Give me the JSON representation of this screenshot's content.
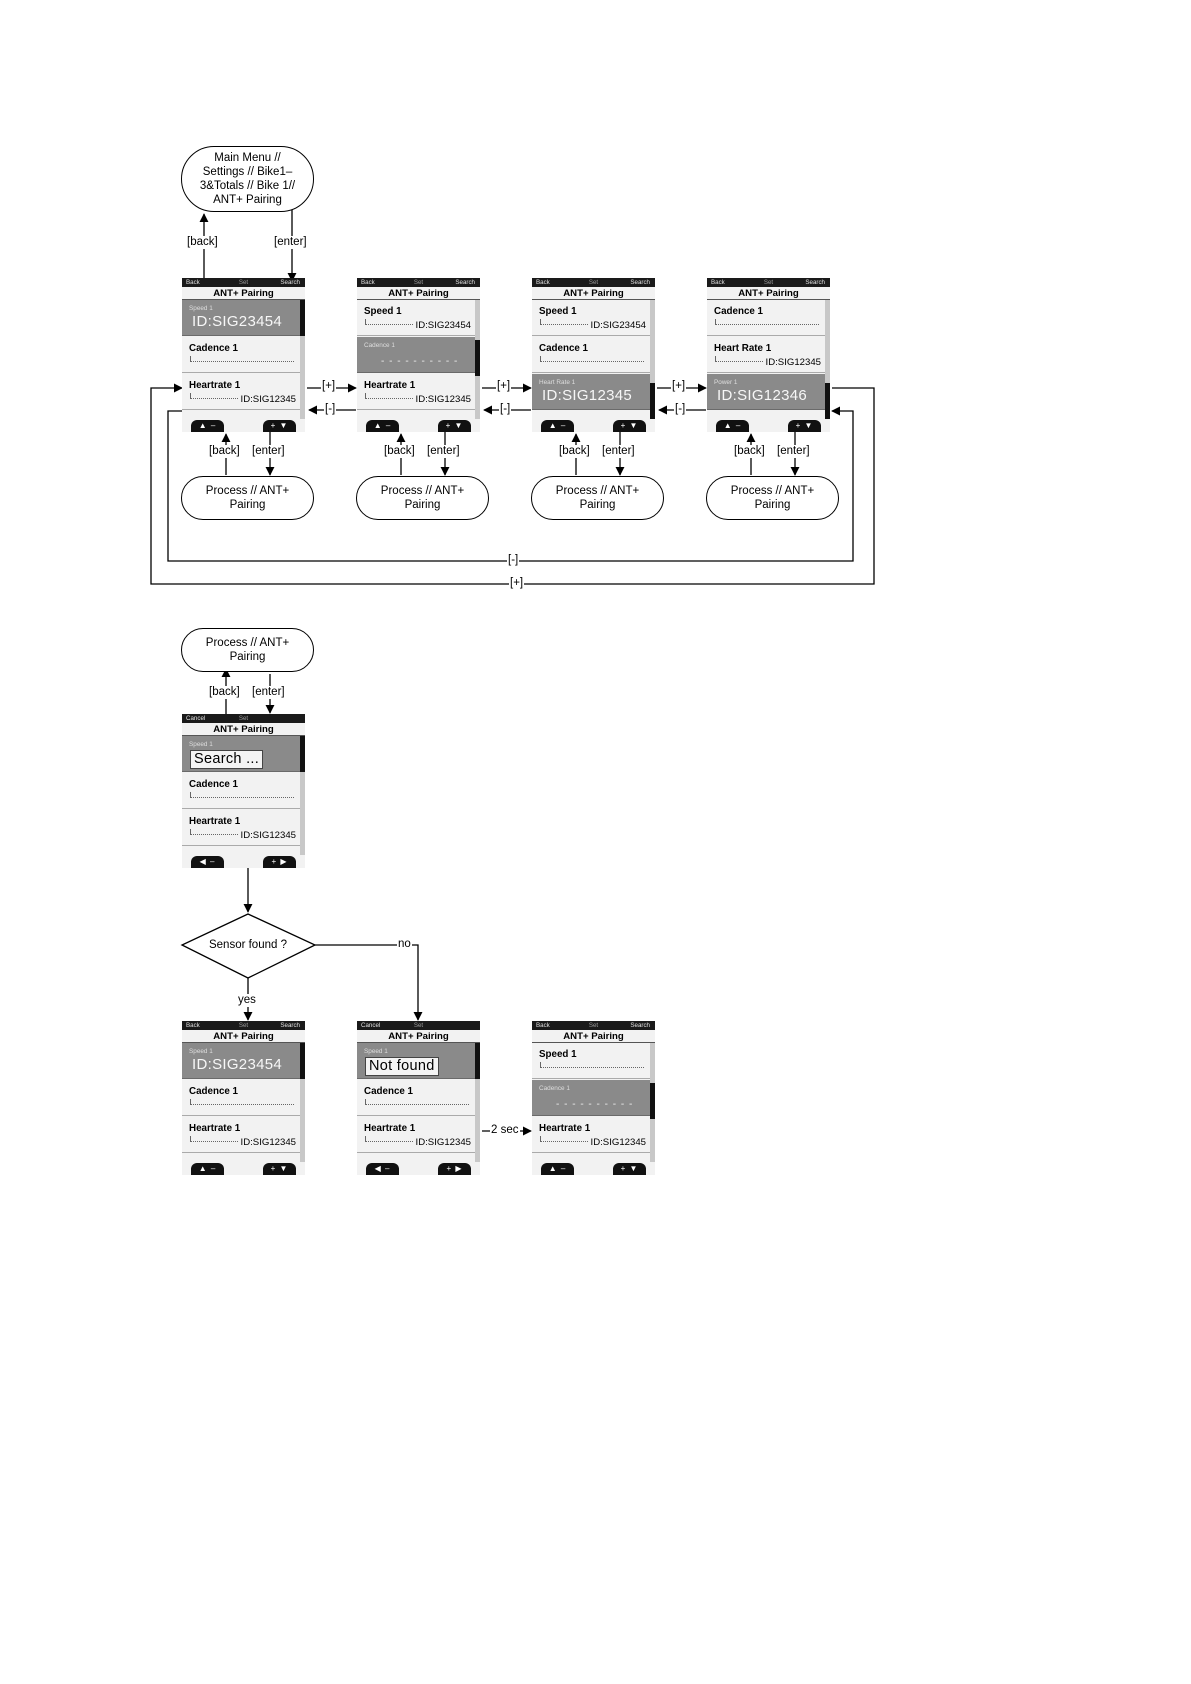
{
  "nodes": {
    "main_menu": "Main Menu //\nSettings // Bike1–\n3&Totals // Bike 1//\nANT+ Pairing",
    "process": "Process // ANT+\nPairing",
    "decision": "Sensor found ?"
  },
  "edge_labels": {
    "back": "[back]",
    "enter": "[enter]",
    "plus": "[+]",
    "minus": "[-]",
    "yes": "yes",
    "no": "no",
    "two_sec": "2 sec"
  },
  "screens": [
    {
      "top_left": "Back",
      "top_mid": "Set",
      "top_right": "Search",
      "title": "ANT+ Pairing",
      "rows": [
        {
          "name": "Speed 1",
          "selected": true,
          "big": "ID:SIG23454"
        },
        {
          "name": "Cadence 1",
          "dashed": true
        },
        {
          "name": "Heartrate 1",
          "dashed": true,
          "id": "ID:SIG12345"
        }
      ],
      "thumb": 0,
      "btn_left": "▲ –",
      "btn_right": "+ ▼"
    },
    {
      "top_left": "Back",
      "top_mid": "Set",
      "top_right": "Search",
      "title": "ANT+ Pairing",
      "rows": [
        {
          "name": "Speed 1",
          "dashed": true,
          "id": "ID:SIG23454"
        },
        {
          "name": "Cadence 1",
          "selected": true,
          "blank": "- - - - - - - - - -"
        },
        {
          "name": "Heartrate 1",
          "dashed": true,
          "id": "ID:SIG12345"
        }
      ],
      "thumb": 1,
      "btn_left": "▲ –",
      "btn_right": "+ ▼"
    },
    {
      "top_left": "Back",
      "top_mid": "Set",
      "top_right": "Search",
      "title": "ANT+ Pairing",
      "rows": [
        {
          "name": "Speed 1",
          "dashed": true,
          "id": "ID:SIG23454"
        },
        {
          "name": "Cadence 1",
          "dashed": true
        },
        {
          "name": "Heart Rate 1",
          "selected": true,
          "big": "ID:SIG12345"
        }
      ],
      "thumb": 2,
      "btn_left": "▲ –",
      "btn_right": "+ ▼"
    },
    {
      "top_left": "Back",
      "top_mid": "Set",
      "top_right": "Search",
      "title": "ANT+ Pairing",
      "rows": [
        {
          "name": "Cadence 1",
          "dashed": true
        },
        {
          "name": "Heart Rate 1",
          "dashed": true,
          "id": "ID:SIG12345"
        },
        {
          "name": "Power 1",
          "selected": true,
          "big": "ID:SIG12346"
        }
      ],
      "thumb": 2,
      "btn_left": "▲ –",
      "btn_right": "+ ▼"
    },
    {
      "top_left": "Cancel",
      "top_mid": "Set",
      "top_right": "",
      "title": "ANT+ Pairing",
      "rows": [
        {
          "name": "Speed 1",
          "selected": true,
          "big": "Search ...",
          "boxed": true
        },
        {
          "name": "Cadence 1",
          "dashed": true
        },
        {
          "name": "Heartrate 1",
          "dashed": true,
          "id": "ID:SIG12345"
        }
      ],
      "thumb": 0,
      "btn_left": "◀ –",
      "btn_right": "+ ▶"
    },
    {
      "top_left": "Back",
      "top_mid": "Set",
      "top_right": "Search",
      "title": "ANT+ Pairing",
      "rows": [
        {
          "name": "Speed 1",
          "selected": true,
          "big": "ID:SIG23454"
        },
        {
          "name": "Cadence 1",
          "dashed": true
        },
        {
          "name": "Heartrate 1",
          "dashed": true,
          "id": "ID:SIG12345"
        }
      ],
      "thumb": 0,
      "btn_left": "▲ –",
      "btn_right": "+ ▼"
    },
    {
      "top_left": "Cancel",
      "top_mid": "Set",
      "top_right": "",
      "title": "ANT+ Pairing",
      "rows": [
        {
          "name": "Speed 1",
          "selected": true,
          "big": "Not found",
          "boxed": true
        },
        {
          "name": "Cadence 1",
          "dashed": true
        },
        {
          "name": "Heartrate 1",
          "dashed": true,
          "id": "ID:SIG12345"
        }
      ],
      "thumb": 0,
      "btn_left": "◀ –",
      "btn_right": "+ ▶"
    },
    {
      "top_left": "Back",
      "top_mid": "Set",
      "top_right": "Search",
      "title": "ANT+ Pairing",
      "rows": [
        {
          "name": "Speed 1",
          "dashed": true
        },
        {
          "name": "Cadence 1",
          "selected": true,
          "blank": "- - - - - - - - - -"
        },
        {
          "name": "Heartrate 1",
          "dashed": true,
          "id": "ID:SIG12345"
        }
      ],
      "thumb": 1,
      "btn_left": "▲ –",
      "btn_right": "+ ▼"
    }
  ]
}
